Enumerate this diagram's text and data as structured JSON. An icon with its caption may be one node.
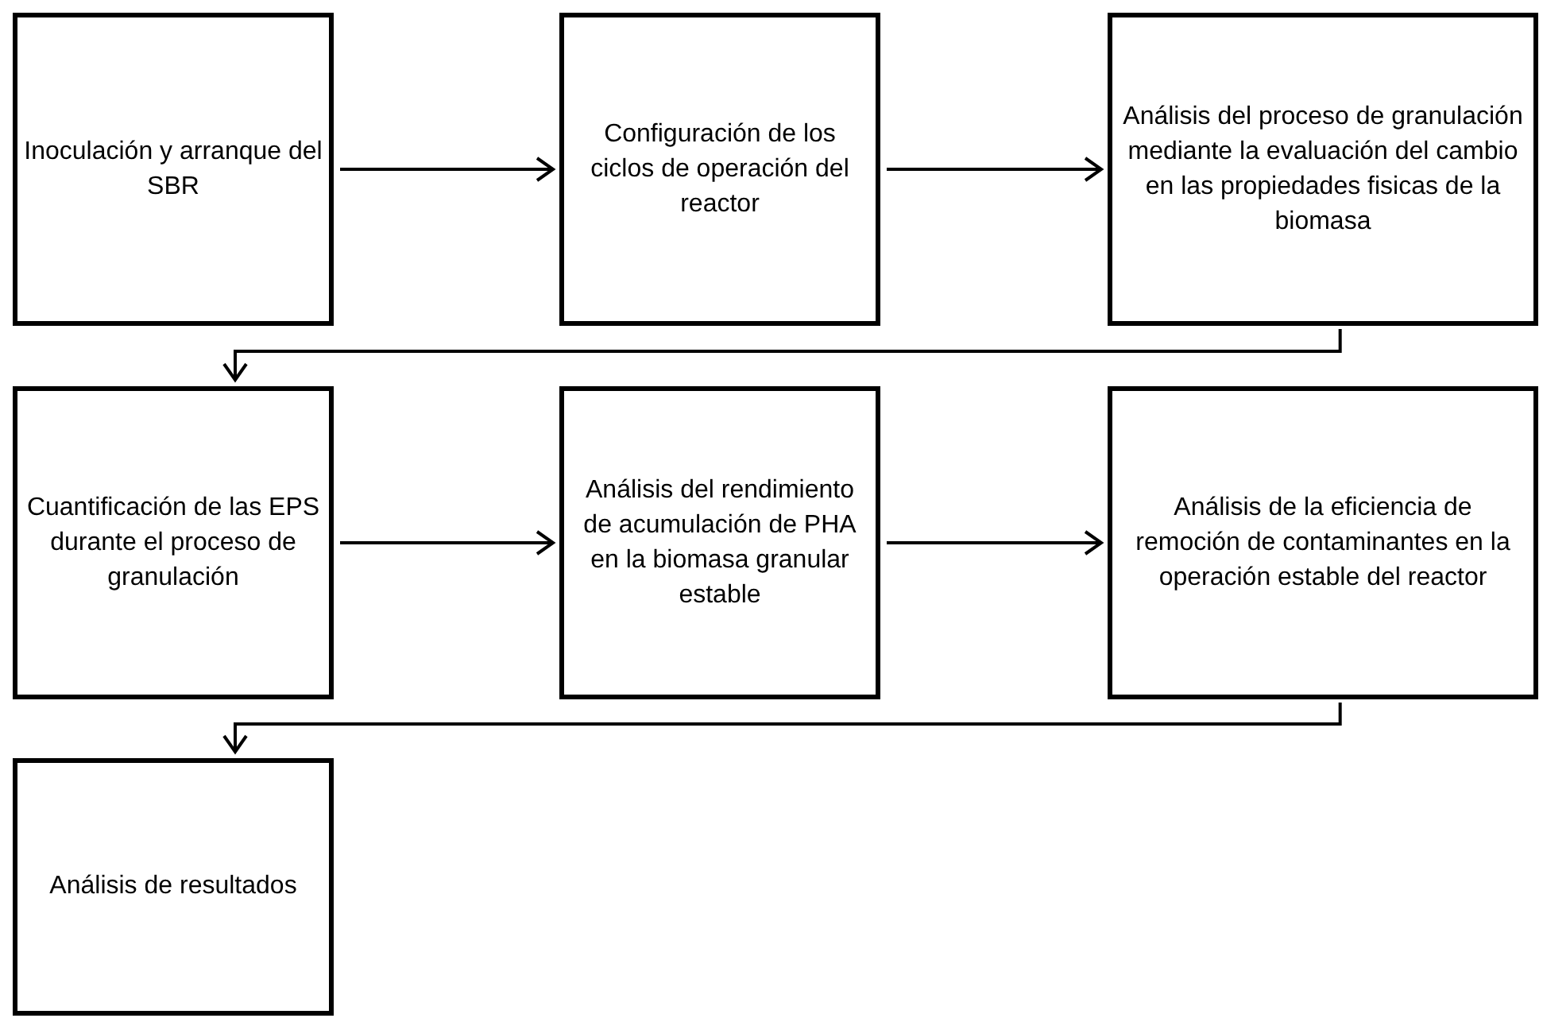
{
  "diagram": {
    "nodes": [
      {
        "text": [
          "Inoculación y arranque del SBR"
        ]
      },
      {
        "text": [
          "Configuración de los ciclos de operación del reactor"
        ]
      },
      {
        "text": [
          "Análisis del proceso de granulación  mediante la evaluación del cambio en las propiedades fisicas de la biomasa"
        ]
      },
      {
        "text": [
          "Cuantificación de las EPS durante el proceso de granulación"
        ]
      },
      {
        "text": [
          "Análisis del rendimiento de acumulación de PHA en la biomasa granular estable"
        ]
      },
      {
        "text": [
          "Análisis de la eficiencia de remoción de contaminantes en la operación estable del reactor"
        ]
      },
      {
        "text": [
          "Análisis de resultados"
        ]
      }
    ],
    "edges": [
      {
        "from": 0,
        "to": 1,
        "arrow": "to"
      },
      {
        "from": 1,
        "to": 2,
        "arrow": "to"
      },
      {
        "from": 2,
        "to": 3,
        "arrow": "to"
      },
      {
        "from": 3,
        "to": 4,
        "arrow": "to"
      },
      {
        "from": 4,
        "to": 5,
        "arrow": "to"
      },
      {
        "from": 5,
        "to": 6,
        "arrow": "to"
      }
    ]
  }
}
